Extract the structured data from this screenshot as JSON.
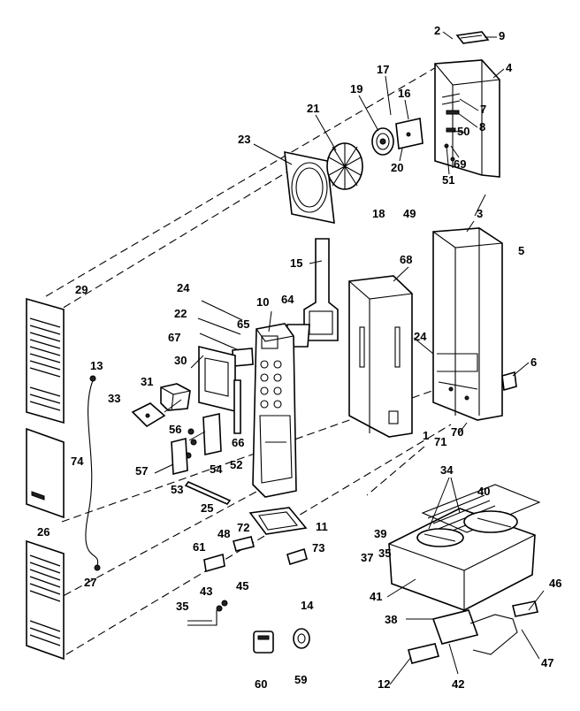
{
  "labels": [
    {
      "id": "p2",
      "text": "2"
    },
    {
      "id": "p9",
      "text": "9"
    },
    {
      "id": "p4",
      "text": "4"
    },
    {
      "id": "p17",
      "text": "17"
    },
    {
      "id": "p19",
      "text": "19"
    },
    {
      "id": "p16",
      "text": "16"
    },
    {
      "id": "p7",
      "text": "7"
    },
    {
      "id": "p8",
      "text": "8"
    },
    {
      "id": "p21",
      "text": "21"
    },
    {
      "id": "p50",
      "text": "50"
    },
    {
      "id": "p23",
      "text": "23"
    },
    {
      "id": "p20",
      "text": "20"
    },
    {
      "id": "p69",
      "text": "69"
    },
    {
      "id": "p51",
      "text": "51"
    },
    {
      "id": "p3",
      "text": "3"
    },
    {
      "id": "p18",
      "text": "18"
    },
    {
      "id": "p49",
      "text": "49"
    },
    {
      "id": "p5",
      "text": "5"
    },
    {
      "id": "p15",
      "text": "15"
    },
    {
      "id": "p68",
      "text": "68"
    },
    {
      "id": "p29",
      "text": "29"
    },
    {
      "id": "p24a",
      "text": "24"
    },
    {
      "id": "p64",
      "text": "64"
    },
    {
      "id": "p10",
      "text": "10"
    },
    {
      "id": "p22",
      "text": "22"
    },
    {
      "id": "p65",
      "text": "65"
    },
    {
      "id": "p67",
      "text": "67"
    },
    {
      "id": "p24b",
      "text": "24"
    },
    {
      "id": "p6",
      "text": "6"
    },
    {
      "id": "p13",
      "text": "13"
    },
    {
      "id": "p30",
      "text": "30"
    },
    {
      "id": "p31",
      "text": "31"
    },
    {
      "id": "p33",
      "text": "33"
    },
    {
      "id": "p70",
      "text": "70"
    },
    {
      "id": "p56",
      "text": "56"
    },
    {
      "id": "p1",
      "text": "1"
    },
    {
      "id": "p71",
      "text": "71"
    },
    {
      "id": "p66",
      "text": "66"
    },
    {
      "id": "p74",
      "text": "74"
    },
    {
      "id": "p54",
      "text": "54"
    },
    {
      "id": "p52",
      "text": "52"
    },
    {
      "id": "p57",
      "text": "57"
    },
    {
      "id": "p53",
      "text": "53"
    },
    {
      "id": "p34",
      "text": "34"
    },
    {
      "id": "p40",
      "text": "40"
    },
    {
      "id": "p25",
      "text": "25"
    },
    {
      "id": "p26",
      "text": "26"
    },
    {
      "id": "p72",
      "text": "72"
    },
    {
      "id": "p11",
      "text": "11"
    },
    {
      "id": "p39",
      "text": "39"
    },
    {
      "id": "p48",
      "text": "48"
    },
    {
      "id": "p35a",
      "text": "35"
    },
    {
      "id": "p61",
      "text": "61"
    },
    {
      "id": "p73",
      "text": "73"
    },
    {
      "id": "p37",
      "text": "37"
    },
    {
      "id": "p27",
      "text": "27"
    },
    {
      "id": "p46",
      "text": "46"
    },
    {
      "id": "p45",
      "text": "45"
    },
    {
      "id": "p41",
      "text": "41"
    },
    {
      "id": "p43",
      "text": "43"
    },
    {
      "id": "p14",
      "text": "14"
    },
    {
      "id": "p35b",
      "text": "35"
    },
    {
      "id": "p38",
      "text": "38"
    },
    {
      "id": "p47",
      "text": "47"
    },
    {
      "id": "p12",
      "text": "12"
    },
    {
      "id": "p42",
      "text": "42"
    },
    {
      "id": "p60",
      "text": "60"
    },
    {
      "id": "p59",
      "text": "59"
    }
  ]
}
